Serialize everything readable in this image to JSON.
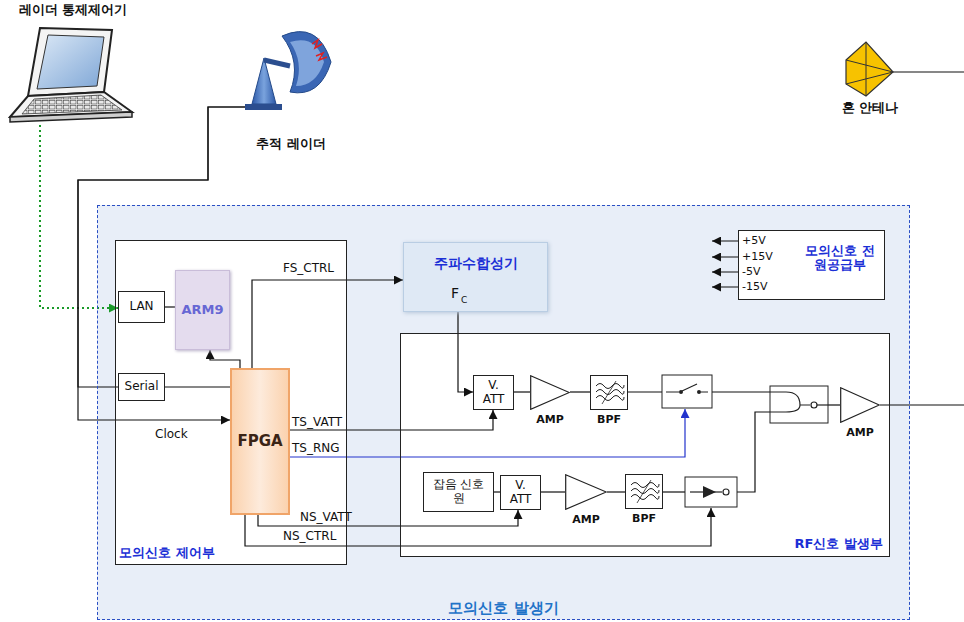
{
  "diagram": {
    "nodes": [
      {
        "text": [
          "레이더 통제제어기"
        ]
      },
      {
        "text": [
          "추적 레이더"
        ]
      },
      {
        "text": [
          "혼 안테나"
        ]
      },
      {
        "text": [
          "모의신호 발생기"
        ]
      },
      {
        "text": [
          "모의신호 제어부"
        ],
        "in": 3
      },
      {
        "text": [
          "LAN"
        ],
        "in": 4
      },
      {
        "text": [
          "ARM9"
        ],
        "in": 4
      },
      {
        "text": [
          "Serial"
        ],
        "in": 4
      },
      {
        "text": [
          "FPGA"
        ],
        "in": 4
      },
      {
        "text": [
          "주파수합성기",
          "F",
          "C"
        ],
        "in": 3
      },
      {
        "text": [
          "모의신호 전원공급부"
        ],
        "in": 3
      },
      {
        "text": [
          "RF신호 발생부"
        ],
        "in": 3
      },
      {
        "text": [
          "V. ATT"
        ],
        "in": 11
      },
      {
        "text": [
          "AMP"
        ],
        "in": 11
      },
      {
        "text": [
          "BPF"
        ],
        "in": 11
      },
      {
        "text": [
          "잡음 신호원"
        ],
        "in": 11
      },
      {
        "text": [
          "V. ATT"
        ],
        "in": 11
      },
      {
        "text": [
          "AMP"
        ],
        "in": 11
      },
      {
        "text": [
          "BPF"
        ],
        "in": 11
      },
      {
        "text": [
          "AMP"
        ],
        "in": 11
      }
    ],
    "edges": [
      {
        "from": 0,
        "to": 5,
        "arrow": "to"
      },
      {
        "from": 1,
        "to": 7,
        "arrow": "none"
      },
      {
        "from": 1,
        "to": 8,
        "label": "Clock",
        "arrow": "to"
      },
      {
        "from": 7,
        "to": 8,
        "arrow": "none"
      },
      {
        "from": 5,
        "to": 6,
        "arrow": "none"
      },
      {
        "from": 8,
        "to": 6,
        "arrow": "to"
      },
      {
        "from": 8,
        "to": 9,
        "label": "FS_CTRL",
        "arrow": "to"
      },
      {
        "from": 9,
        "to": 12,
        "arrow": "to"
      },
      {
        "from": 8,
        "to": 12,
        "label": "TS_VATT",
        "arrow": "to"
      },
      {
        "from": 12,
        "to": 13,
        "arrow": "none"
      },
      {
        "from": 13,
        "to": 14,
        "arrow": "none"
      },
      {
        "from": 15,
        "to": 16,
        "arrow": "none"
      },
      {
        "from": 16,
        "to": 17,
        "arrow": "none"
      },
      {
        "from": 17,
        "to": 18,
        "arrow": "none"
      },
      {
        "from": 8,
        "to": 16,
        "label": "NS_VATT",
        "arrow": "to"
      }
    ],
    "labels": [
      "+5V",
      "+15V",
      "-5V",
      "-15V",
      "TS_RNG",
      "NS_CTRL"
    ]
  }
}
